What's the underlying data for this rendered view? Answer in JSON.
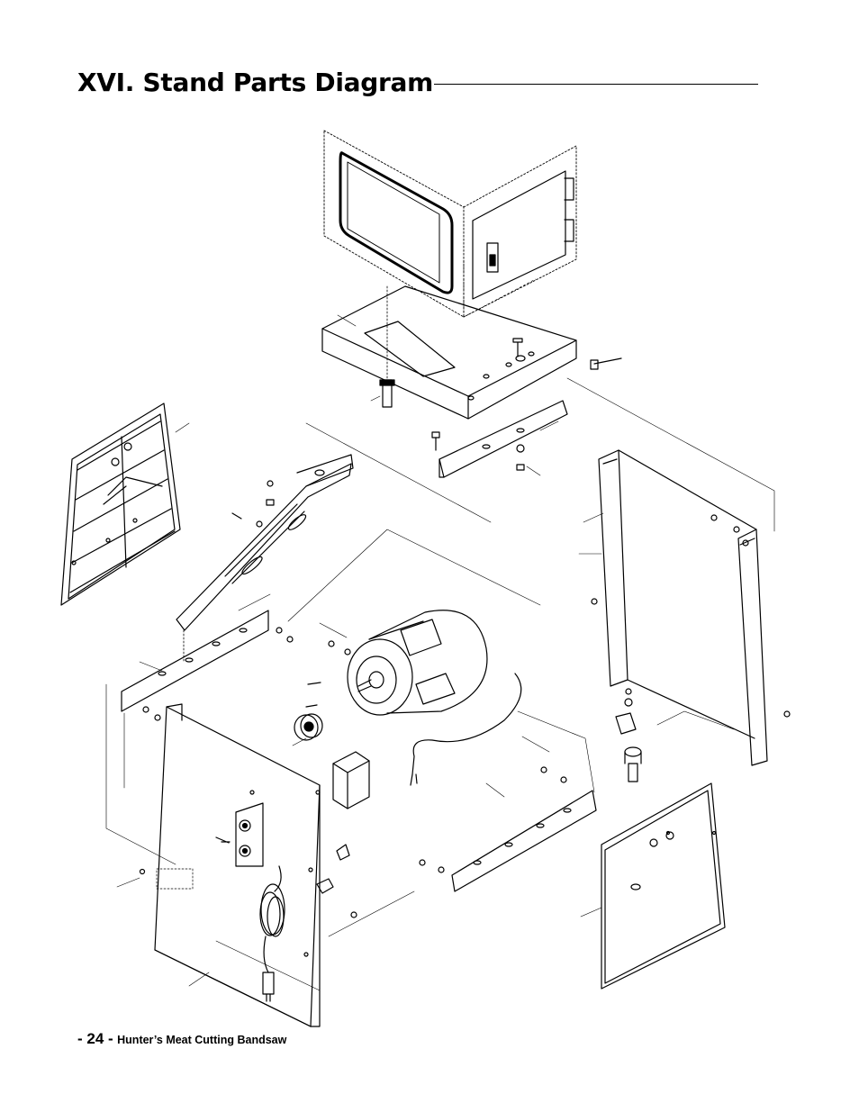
{
  "page": {
    "title": "XVI. Stand Parts Diagram",
    "footer": {
      "page_number": "- 24 -",
      "document_title": "Hunter’s Meat Cutting Bandsaw"
    }
  },
  "diagram": {
    "parts": [
      "saw-unit-outline",
      "top-shelf",
      "shelf-support-rail",
      "left-side-panel",
      "motor-mount-bracket",
      "upper-front-rail",
      "motor",
      "motor-pulley",
      "motor-cord",
      "front-panel",
      "switch-box",
      "junction-box",
      "power-cord",
      "right-side-frame",
      "lower-front-rail",
      "back-panel",
      "leveling-foot-assembly"
    ]
  }
}
